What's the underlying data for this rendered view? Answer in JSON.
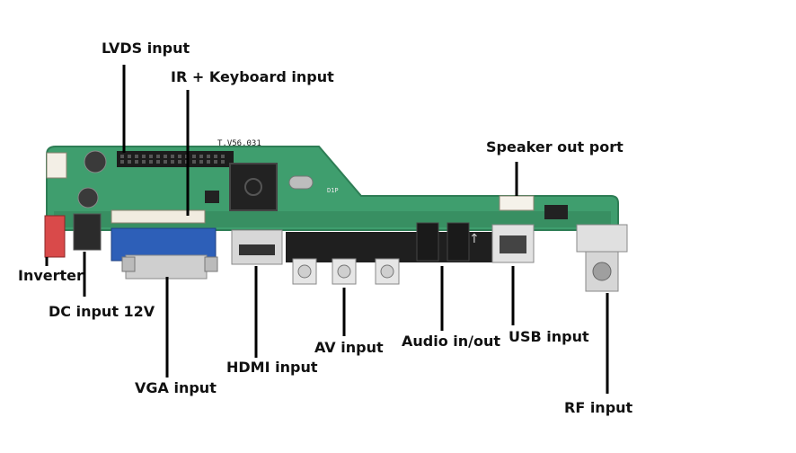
{
  "diagram": {
    "board_silkscreen": "T.V56.031",
    "silkscreen_small": "D1P",
    "labels": {
      "lvds": "LVDS input",
      "ir_keyboard": "IR + Keyboard input",
      "speaker": "Speaker out port",
      "inverter": "Inverter",
      "dc": "DC input 12V",
      "vga": "VGA input",
      "hdmi": "HDMI input",
      "av": "AV input",
      "audio": "Audio in/out",
      "usb": "USB input",
      "rf": "RF input"
    },
    "colors": {
      "pcb": "#3f9e6e",
      "pcb_dark": "#2e7d55",
      "vga_blue": "#2d5fb8",
      "inverter_red": "#d94a4a",
      "leader": "#000000"
    }
  }
}
